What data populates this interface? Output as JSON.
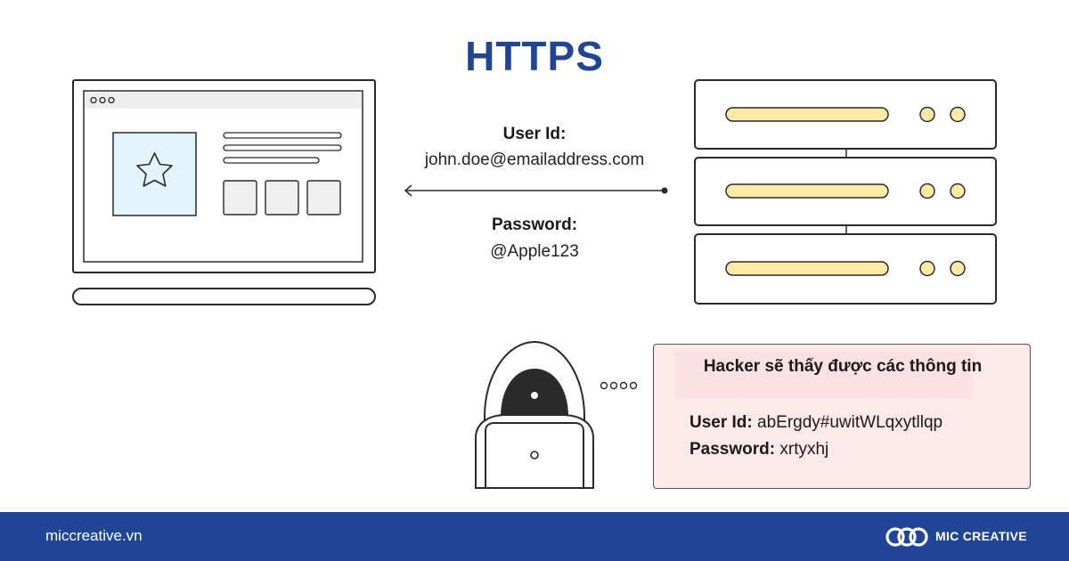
{
  "title": "HTTPS",
  "transmission": {
    "user_id_label": "User Id:",
    "user_id_value": "john.doe@emailaddress.com",
    "password_label": "Password:",
    "password_value": "@Apple123"
  },
  "hacker_panel": {
    "title": "Hacker sẽ thấy được các thông tin",
    "user_id_label": "User Id:",
    "user_id_value": "abErgdy#uwitWLqxytllqp",
    "password_label": "Password:",
    "password_value": "xrtyxhj"
  },
  "footer": {
    "site": "miccreative.vn",
    "brand": "MIC CREATIVE"
  },
  "colors": {
    "title": "#1f4594",
    "footer_bg": "#1f4594",
    "panel_bg": "#fde8ea",
    "server_bar": "#fdeaa6",
    "screen_image_bg": "#e3f3fc",
    "tile_bg": "#efefef"
  }
}
